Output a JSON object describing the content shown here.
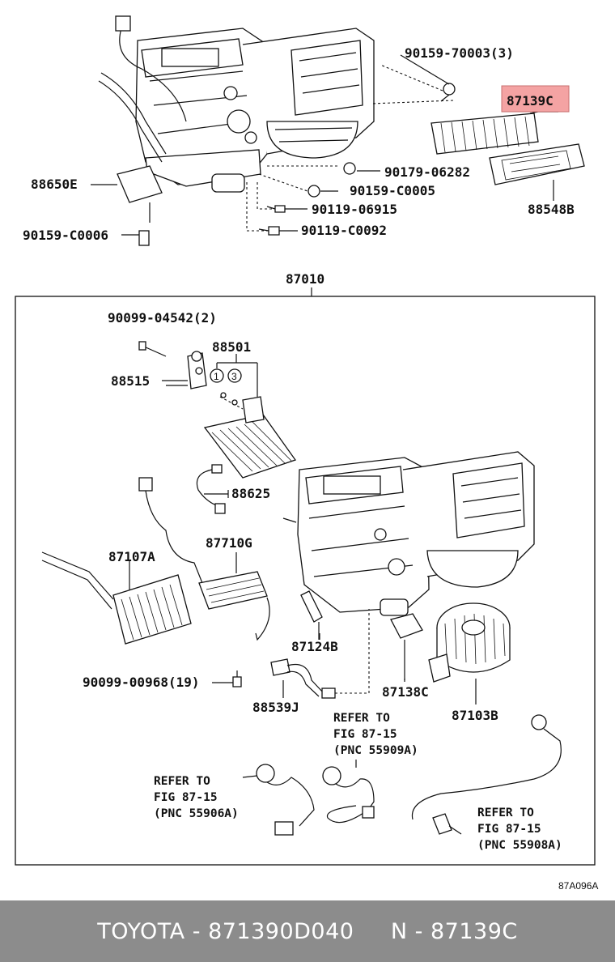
{
  "diagram": {
    "group_label": "87010",
    "highlight_color": "#f4a3a3",
    "labels": {
      "p_90159_70003": "90159-70003(3)",
      "p_87139C": "87139C",
      "p_90179_06282": "90179-06282",
      "p_88548B": "88548B",
      "p_88650E": "88650E",
      "p_90159_C0005": "90159-C0005",
      "p_90119_06915": "90119-06915",
      "p_90159_C0006": "90159-C0006",
      "p_90119_C0092": "90119-C0092",
      "p_90099_04542": "90099-04542(2)",
      "p_88501": "88501",
      "p_88515": "88515",
      "p_88625": "88625",
      "p_87710G": "87710G",
      "p_87107A": "87107A",
      "p_87124B": "87124B",
      "p_87138C": "87138C",
      "p_87103B": "87103B",
      "p_90099_00968": "90099-00968(19)",
      "p_88539J": "88539J",
      "circle_1": "1",
      "circle_3": "3"
    },
    "refs": {
      "ref_55909A": [
        "REFER TO",
        "FIG 87-15",
        "(PNC 55909A)"
      ],
      "ref_55906A": [
        "REFER TO",
        "FIG 87-15",
        "(PNC 55906A)"
      ],
      "ref_55908A": [
        "REFER TO",
        "FIG 87-15",
        "(PNC 55908A)"
      ]
    },
    "drawing_code": "87A096A"
  },
  "footer": {
    "brand": "TOYOTA",
    "sep1": " - ",
    "part_number": "871390D040",
    "gap": "     ",
    "n_prefix": "N - ",
    "n_value": "87139C"
  }
}
